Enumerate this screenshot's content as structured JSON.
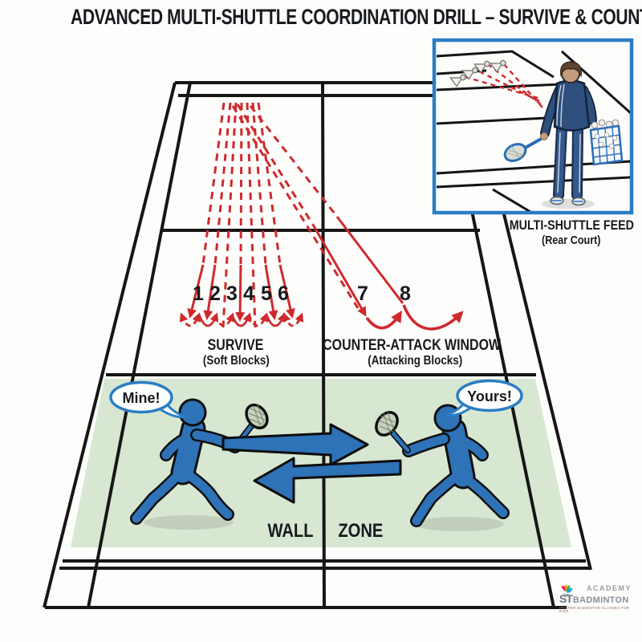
{
  "title": "ADVANCED MULTI-SHUTTLE COORDINATION DRILL – SURVIVE & COUNTER SEQUENCE",
  "colors": {
    "red": "#ce2a2e",
    "blue": "#2e72b8",
    "green_zone": "#d7e7d2",
    "court_line": "#161616",
    "inset_border": "#2a7ec4",
    "text": "#171a1f"
  },
  "sequence": {
    "numbers": [
      "1",
      "2",
      "3",
      "4",
      "5",
      "6",
      "7",
      "8"
    ]
  },
  "zones": {
    "survive": {
      "label": "SURVIVE",
      "sub": "(Soft Blocks)"
    },
    "counter": {
      "label": "COUNTER-ATTACK WINDOW",
      "sub": "(Attacking Blocks)"
    },
    "wall": {
      "word1": "WALL",
      "word2": "ZONE"
    }
  },
  "players": {
    "left": {
      "callout": "Mine!"
    },
    "right": {
      "callout": "Yours!"
    }
  },
  "inset": {
    "caption_line1": "MULTI-SHUTTLE FEED",
    "caption_line2": "(Rear Court)"
  },
  "logo": {
    "academy": "ACADEMY",
    "st": "ST",
    "badminton": "BADMINTON",
    "tagline": "PROPER BADMINTON CLASSES FOR KIDS"
  }
}
